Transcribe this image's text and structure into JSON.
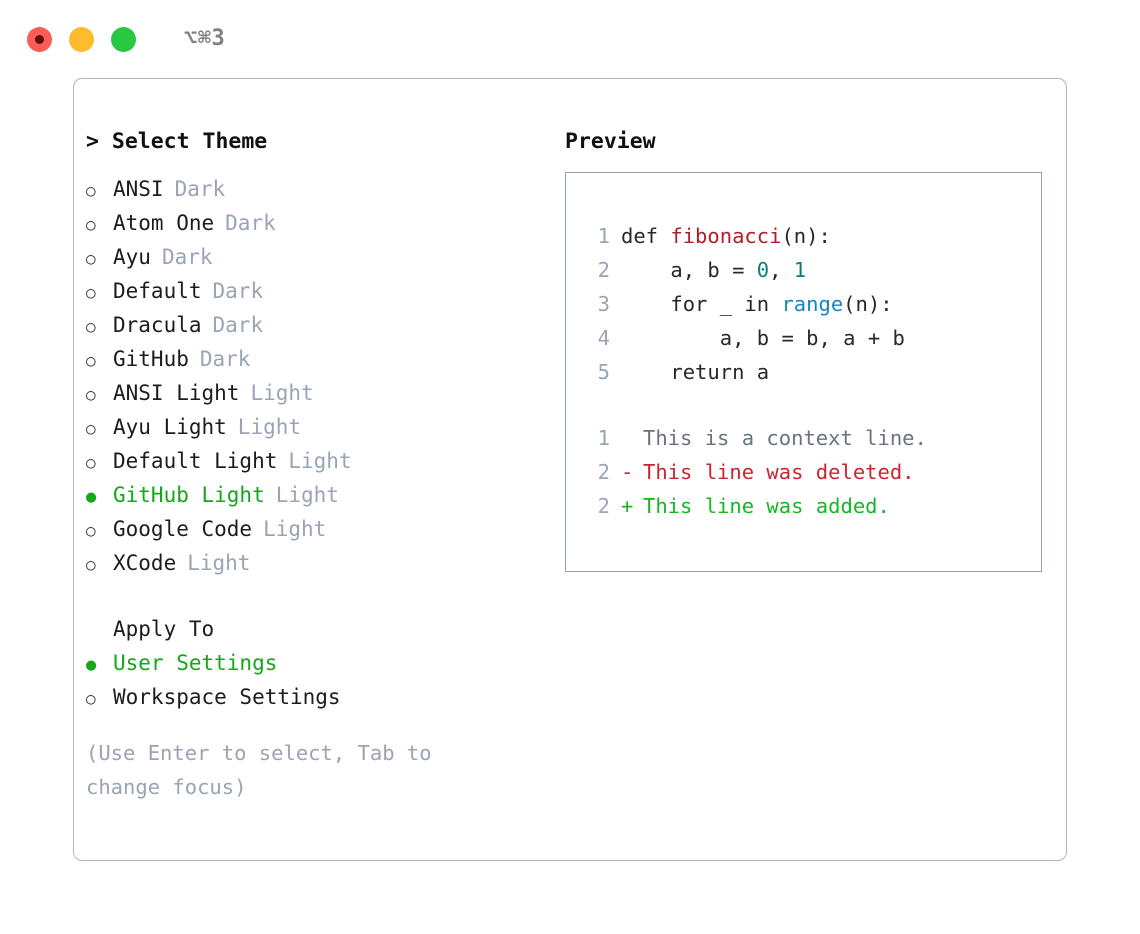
{
  "window": {
    "title": "⌥⌘3",
    "traffic_lights": [
      {
        "name": "close",
        "color": "#fc5b57"
      },
      {
        "name": "minimize",
        "color": "#fcbc2e"
      },
      {
        "name": "maximize",
        "color": "#28c840"
      }
    ]
  },
  "theme_panel": {
    "heading": "> Select Theme",
    "bullet_selected": "●",
    "bullet_unselected": "○",
    "accent_color": "#14a818",
    "items": [
      {
        "label": "ANSI",
        "badge": "Dark",
        "selected": false
      },
      {
        "label": "Atom One",
        "badge": "Dark",
        "selected": false
      },
      {
        "label": "Ayu",
        "badge": "Dark",
        "selected": false
      },
      {
        "label": "Default",
        "badge": "Dark",
        "selected": false
      },
      {
        "label": "Dracula",
        "badge": "Dark",
        "selected": false
      },
      {
        "label": "GitHub",
        "badge": "Dark",
        "selected": false
      },
      {
        "label": "ANSI Light",
        "badge": "Light",
        "selected": false
      },
      {
        "label": "Ayu Light",
        "badge": "Light",
        "selected": false
      },
      {
        "label": "Default Light",
        "badge": "Light",
        "selected": false
      },
      {
        "label": "GitHub Light",
        "badge": "Light",
        "selected": true
      },
      {
        "label": "Google Code",
        "badge": "Light",
        "selected": false
      },
      {
        "label": "XCode",
        "badge": "Light",
        "selected": false
      }
    ]
  },
  "apply_to": {
    "heading": "Apply To",
    "options": [
      {
        "label": "User Settings",
        "selected": true
      },
      {
        "label": "Workspace Settings",
        "selected": false
      }
    ]
  },
  "hint": "(Use Enter to select, Tab to change focus)",
  "preview": {
    "heading": "Preview",
    "code_lines": [
      {
        "num": "1",
        "segments": [
          {
            "text": "def ",
            "kind": "plain"
          },
          {
            "text": "fibonacci",
            "kind": "fn"
          },
          {
            "text": "(n):",
            "kind": "plain"
          }
        ]
      },
      {
        "num": "2",
        "segments": [
          {
            "text": "    a, b = ",
            "kind": "plain"
          },
          {
            "text": "0",
            "kind": "num"
          },
          {
            "text": ", ",
            "kind": "plain"
          },
          {
            "text": "1",
            "kind": "num"
          }
        ]
      },
      {
        "num": "3",
        "segments": [
          {
            "text": "    for _ in ",
            "kind": "plain"
          },
          {
            "text": "range",
            "kind": "call"
          },
          {
            "text": "(n):",
            "kind": "plain"
          }
        ]
      },
      {
        "num": "4",
        "segments": [
          {
            "text": "        a, b = b, a + b",
            "kind": "plain"
          }
        ]
      },
      {
        "num": "5",
        "segments": [
          {
            "text": "    return a",
            "kind": "plain"
          }
        ]
      }
    ],
    "diff_lines": [
      {
        "num": "1",
        "marker": " ",
        "text": "This is a context line.",
        "kind": "context"
      },
      {
        "num": "2",
        "marker": "-",
        "text": "This line was deleted.",
        "kind": "deleted"
      },
      {
        "num": "2",
        "marker": "+",
        "text": "This line was added.",
        "kind": "added"
      }
    ]
  }
}
